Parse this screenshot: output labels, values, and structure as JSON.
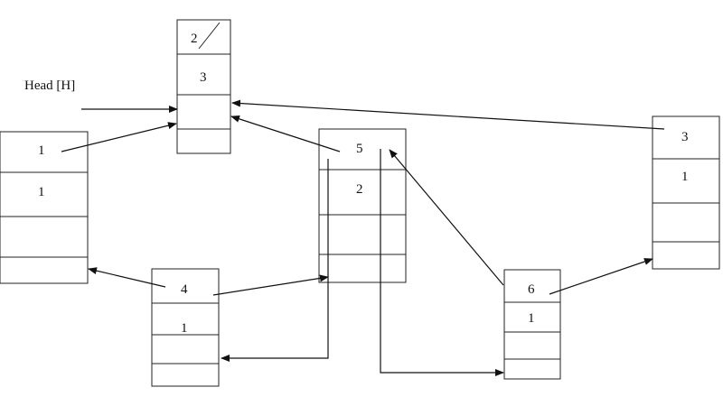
{
  "head_label": "Head [H]",
  "nodes": [
    {
      "id": "node-top",
      "cells": [
        "2",
        "3",
        "",
        ""
      ],
      "slash_in_first_cell": true
    },
    {
      "id": "node-left",
      "cells": [
        "1",
        "1",
        "",
        ""
      ]
    },
    {
      "id": "node-center",
      "cells": [
        "5",
        "2",
        "",
        ""
      ]
    },
    {
      "id": "node-bottom-left",
      "cells": [
        "4",
        "1",
        "",
        ""
      ]
    },
    {
      "id": "node-bottom-right",
      "cells": [
        "6",
        "1",
        "",
        ""
      ]
    },
    {
      "id": "node-right",
      "cells": [
        "3",
        "1",
        "",
        ""
      ]
    }
  ],
  "colors": {
    "line": "#111111",
    "background": "#ffffff"
  }
}
